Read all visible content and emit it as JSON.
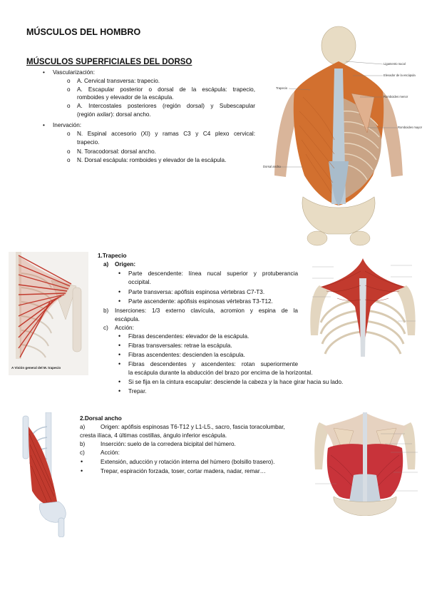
{
  "title": "MÚSCULOS DEL HOMBRO",
  "section_title": "MÚSCULOS SUPERFICIALES DEL DORSO",
  "overview": {
    "vasc_label": "Vascularización:",
    "vasc_items": [
      "A. Cervical transversa: trapecio.",
      "A. Escapular posterior o dorsal de la escápula: trapecio,",
      "romboides y elevador de la escápula.",
      "A. Intercostales posteriores (región dorsal) y Subescapular",
      "(región axilar): dorsal ancho."
    ],
    "inerv_label": "Inervación:",
    "inerv_items": [
      "N. Espinal accesorio (XI) y ramas C3 y C4 plexo cervical:",
      "trapecio.",
      "N. Toracodorsal: dorsal ancho.",
      "N. Dorsal escápula: romboides y elevador de la escápula."
    ]
  },
  "fig_back_labels": {
    "l1": "Ligamento nucal",
    "l2": "Elevador de la escápula",
    "l3": "Trapecio",
    "l4": "Romboides menor",
    "l5": "Romboides mayor",
    "l6": "Dorsal ancho"
  },
  "trapecio": {
    "heading": "1.Trapecio",
    "a_marker": "a)",
    "a_label": "Origen:",
    "origin_1": "Parte descendente: línea nucal superior y protuberancia",
    "origin_1b": "occipital.",
    "origin_2": "Parte transversa: apófisis espinosa vértebras C7-T3.",
    "origin_3": "Parte ascendente: apófisis espinosas vértebras T3-T12.",
    "b_marker": "b)",
    "insertion_1": "Inserciones: 1/3 externo clavícula, acromion y espina de la",
    "insertion_2": "escápula.",
    "c_marker": "c)",
    "c_label": "Acción:",
    "action_1": "Fibras descendentes: elevador de la escápula.",
    "action_2": "Fibras transversales: retrae la escápula.",
    "action_3": "Fibras ascendentes: descienden la escápula.",
    "action_4": "Fibras descendentes y ascendentes: rotan superiormente",
    "action_4b": "la escápula durante la abducción del brazo por encima de la horizontal.",
    "action_5": "Si se fija en la cintura escapular: desciende la cabeza y la hace girar hacia su lado.",
    "action_6": "Trepar.",
    "fig_caption": "A Visión general del M. trapecio"
  },
  "dorsal": {
    "heading": "2.Dorsal ancho",
    "a_marker": "a)",
    "origin_1": "Origen: apófisis espinosas T6-T12 y L1-L5., sacro, fascia toracolumbar,",
    "origin_2": "cresta ilíaca, 4 últimas costillas, ángulo inferior escápula.",
    "b_marker": "b)",
    "insertion": "Inserción: suelo de la corredera bicipital del húmero.",
    "c_marker": "c)",
    "c_label": "Acción:",
    "action_1": "Extensión, aducción y rotación interna del húmero (bolsillo trasero).",
    "action_2": "Trepar, espiración forzada, toser, cortar madera, nadar, remar…"
  },
  "colors": {
    "muscle": "#d2702f",
    "muscle_red": "#c23a2e",
    "bone": "#e8dcc4",
    "skin_bg": "#f3f1ee"
  }
}
